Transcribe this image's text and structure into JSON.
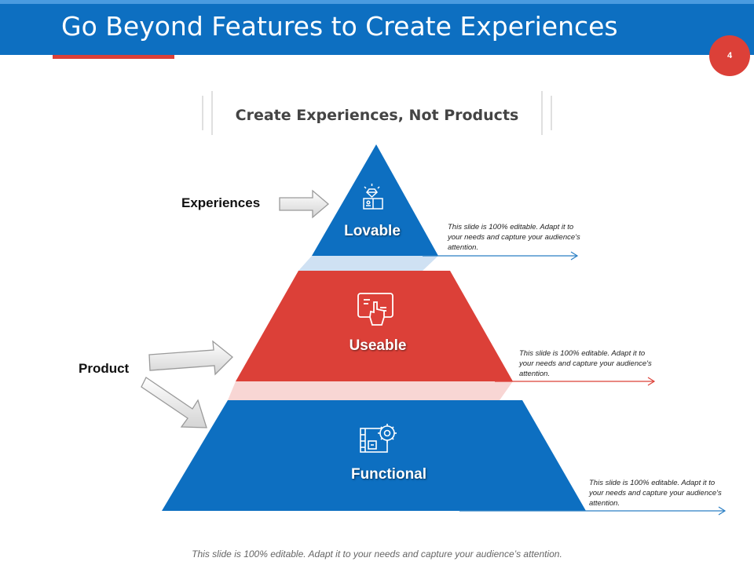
{
  "slide": {
    "title": "Go Beyond Features to Create Experiences",
    "page_number": "4",
    "subtitle": "Create Experiences, Not Products",
    "footer": "This slide is 100% editable. Adapt it to your needs and capture your audience’s attention."
  },
  "side_labels": {
    "experiences": "Experiences",
    "product": "Product"
  },
  "tiers": [
    {
      "label": "Lovable",
      "icon": "gift-box-diamond-icon",
      "color": "#0d6fc1",
      "description": "This slide is 100% editable. Adapt it to your needs and capture your audience's attention."
    },
    {
      "label": "Useable",
      "icon": "tablet-touch-icon",
      "color": "#dc4038",
      "description": "This slide is 100% editable. Adapt it to your needs and capture your audience's attention."
    },
    {
      "label": "Functional",
      "icon": "blueprint-gear-icon",
      "color": "#0d6fc1",
      "description": "This slide is 100% editable. Adapt it to your needs and capture your audience's attention."
    }
  ],
  "colors": {
    "brand_blue": "#0d6fc1",
    "accent_red": "#dc4038"
  }
}
